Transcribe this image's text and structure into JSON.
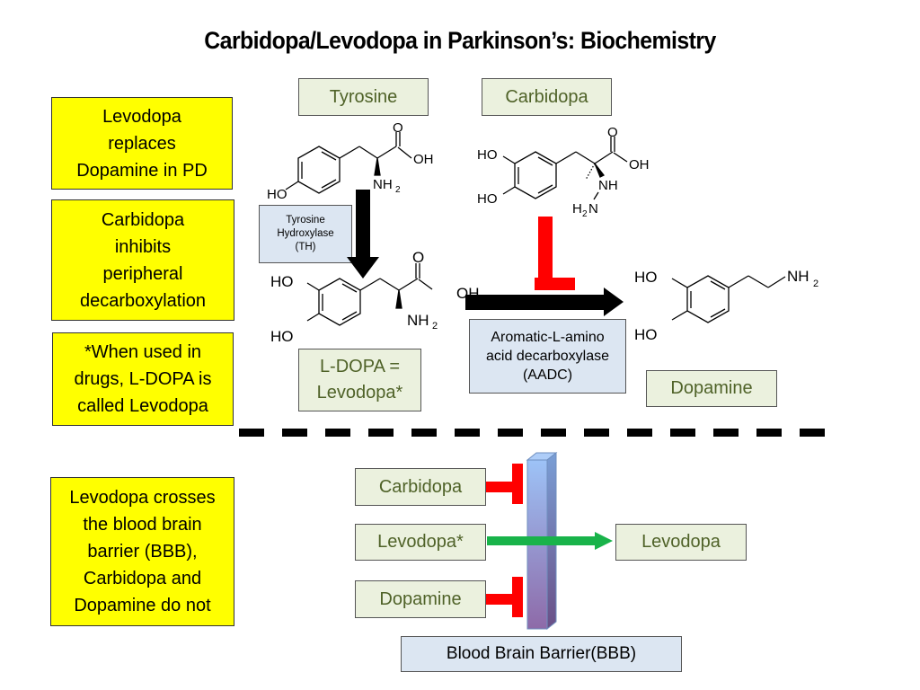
{
  "title": "Carbidopa/Levodopa in Parkinson’s: Biochemistry",
  "notes": [
    {
      "id": "note-1",
      "text": "Levodopa\nreplaces\nDopamine in PD"
    },
    {
      "id": "note-2",
      "text": "Carbidopa\ninhibits\nperipheral\ndecarboxylation"
    },
    {
      "id": "note-3",
      "text": "*When used in\ndrugs, L-DOPA is\ncalled Levodopa"
    },
    {
      "id": "note-4",
      "text": "Levodopa crosses\nthe blood brain\nbarrier (BBB),\nCarbidopa and\nDopamine do not"
    }
  ],
  "molecules": {
    "tyrosine": {
      "label": "Tyrosine",
      "atoms": {
        "o": "O",
        "oh": "OH",
        "nh2": "NH",
        "sub2": "2",
        "ho": "HO"
      }
    },
    "carbidopa": {
      "label": "Carbidopa",
      "atoms": {
        "o": "O",
        "oh": "OH",
        "ho1": "HO",
        "ho2": "HO",
        "nh": "NH",
        "h2n_h": "H",
        "h2n_2": "2",
        "h2n_n": "N"
      }
    },
    "ldopa": {
      "label": "L-DOPA =\nLevodopa*",
      "atoms": {
        "o": "O",
        "oh": "OH",
        "ho1": "HO",
        "ho2": "HO",
        "nh2": "NH",
        "sub2": "2"
      }
    },
    "dopamine": {
      "label": "Dopamine",
      "atoms": {
        "ho1": "HO",
        "ho2": "HO",
        "nh2": "NH",
        "sub2": "2"
      }
    }
  },
  "enzymes": {
    "th": {
      "label": "Tyrosine\nHydroxylase\n(TH)"
    },
    "aadc": {
      "label": "Aromatic-L-amino\nacid decarboxylase\n(AADC)"
    }
  },
  "bbb": {
    "left_items": [
      {
        "label": "Carbidopa",
        "relation": "blocked"
      },
      {
        "label": "Levodopa*",
        "relation": "crosses"
      },
      {
        "label": "Dopamine",
        "relation": "blocked"
      }
    ],
    "right_item": {
      "label": "Levodopa"
    },
    "barrier_label": "Blood Brain Barrier(BBB)"
  },
  "colors": {
    "note_bg": "#ffff00",
    "molecule_box_bg": "#ebf1de",
    "molecule_text": "#4f6228",
    "enzyme_box_bg": "#dce6f2",
    "inhibit": "#ff0000",
    "crosses": "#19b34a",
    "arrow": "#000000",
    "barrier_top": "#9dc3f7",
    "barrier_bottom": "#8e6aa8"
  }
}
